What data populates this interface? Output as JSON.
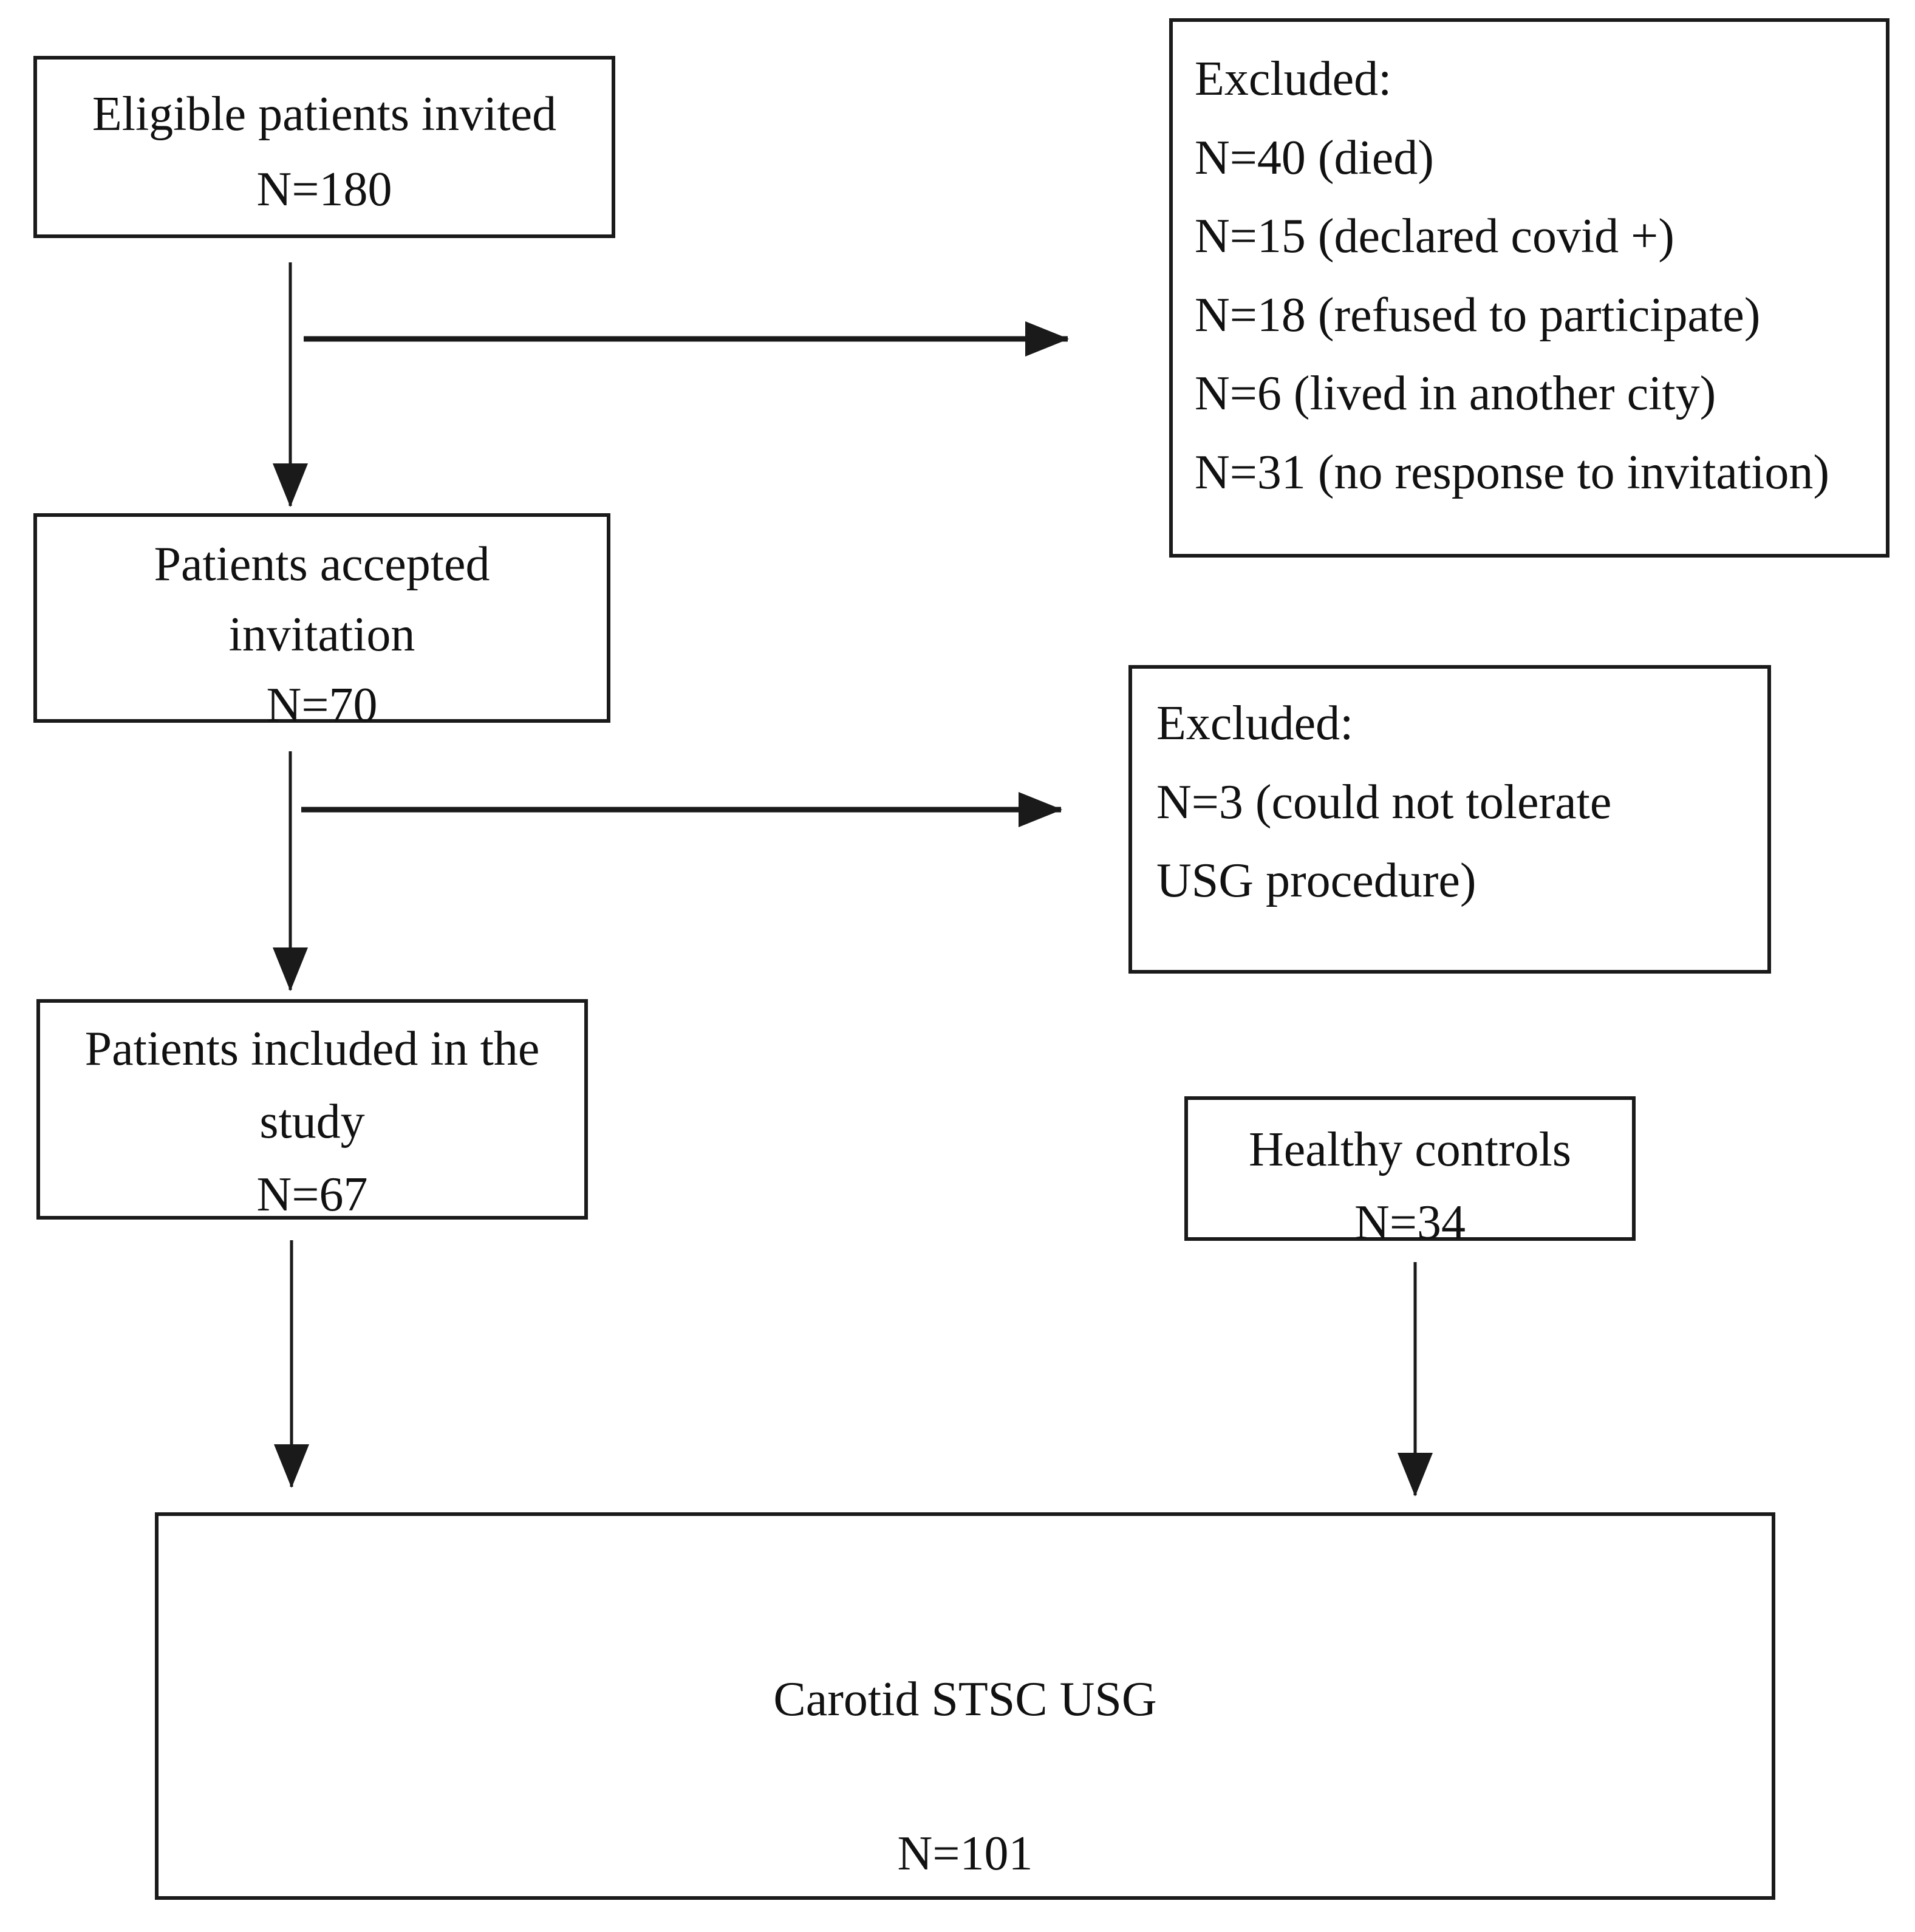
{
  "colors": {
    "background": "#ffffff",
    "line": "#1a1a1a",
    "text": "#111111"
  },
  "nodes": {
    "eligible": {
      "line1": "Eligible patients invited",
      "line2": "N=180"
    },
    "excluded_invitation": {
      "title": "Excluded:",
      "items": [
        "N=40 (died)",
        "N=15 (declared covid +)",
        "N=18 (refused to participate)",
        "N=6 (lived in another city)",
        "N=31 (no response to invitation)"
      ]
    },
    "accepted": {
      "line1": "Patients accepted",
      "line2": "invitation",
      "line3": "N=70"
    },
    "excluded_usg": {
      "title": "Excluded:",
      "items": [
        "N=3 (could not tolerate",
        "USG procedure)"
      ]
    },
    "included": {
      "line1": "Patients included in the",
      "line2": "study",
      "line3": "N=67"
    },
    "healthy_controls": {
      "line1": "Healthy controls",
      "line2": "N=34"
    },
    "final": {
      "line1": "Carotid STSC USG",
      "line2": "N=101"
    }
  }
}
